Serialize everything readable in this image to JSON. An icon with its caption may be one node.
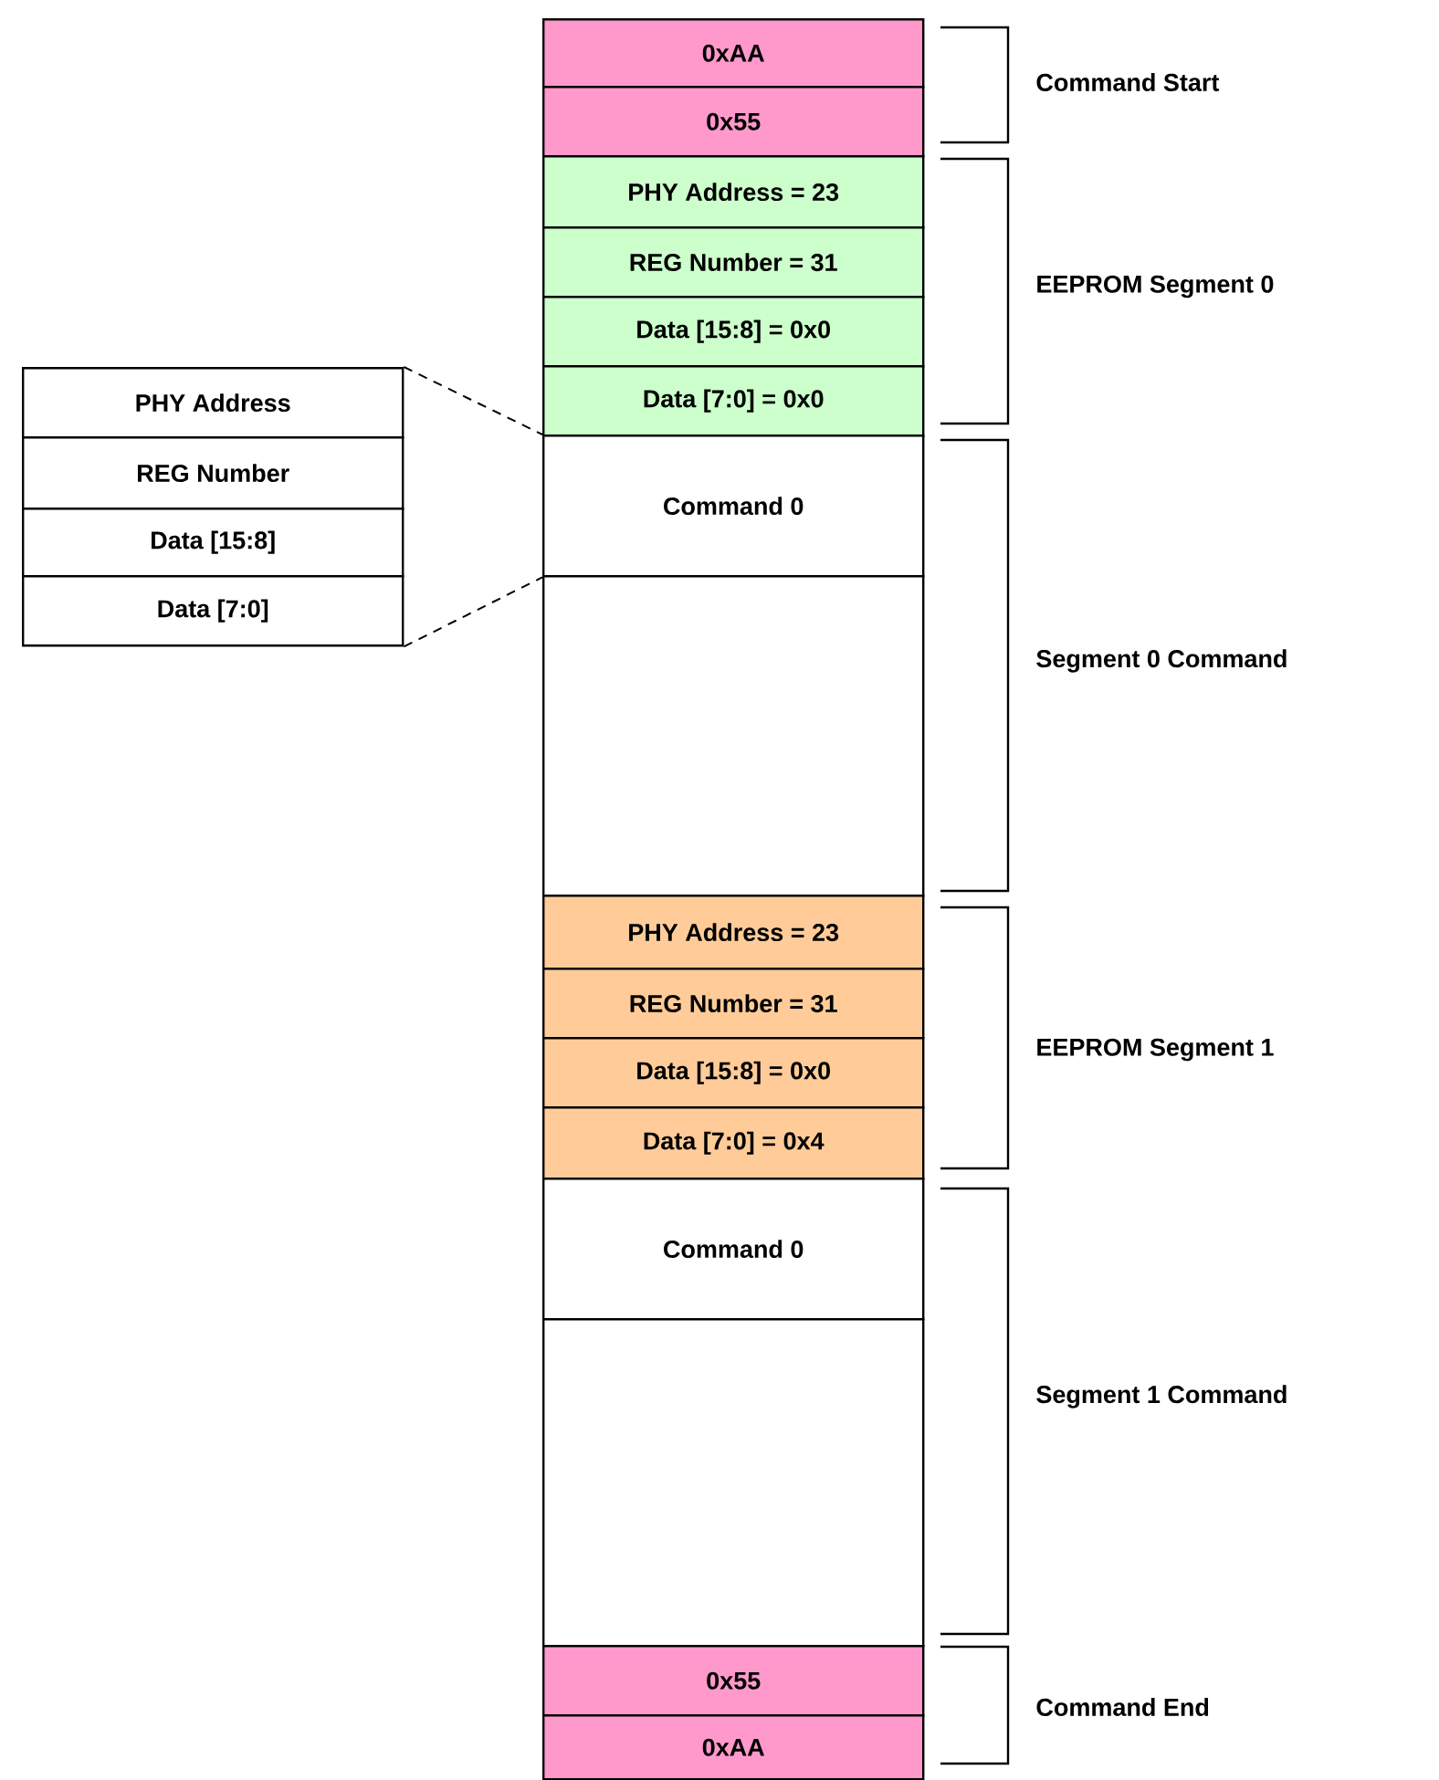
{
  "diagram": {
    "nodes": [
      {
        "text": [
          "0xAA"
        ]
      },
      {
        "text": [
          "0x55"
        ]
      },
      {
        "text": [
          "PHY Address = 23"
        ]
      },
      {
        "text": [
          "REG Number = 31"
        ]
      },
      {
        "text": [
          "Data [15:8] = 0x0"
        ]
      },
      {
        "text": [
          "Data [7:0] = 0x0"
        ]
      },
      {
        "text": [
          "Command 0"
        ]
      },
      {
        "text": [],
        "shape": "box"
      },
      {
        "text": [
          "PHY Address = 23"
        ]
      },
      {
        "text": [
          "REG Number = 31"
        ]
      },
      {
        "text": [
          "Data [15:8] = 0x0"
        ]
      },
      {
        "text": [
          "Data [7:0] = 0x4"
        ]
      },
      {
        "text": [
          "Command 0"
        ]
      },
      {
        "text": [],
        "shape": "box"
      },
      {
        "text": [
          "0x55"
        ]
      },
      {
        "text": [
          "0xAA"
        ]
      },
      {
        "text": [
          "PHY Address"
        ]
      },
      {
        "text": [
          "REG Number"
        ]
      },
      {
        "text": [
          "Data [15:8]"
        ]
      },
      {
        "text": [
          "Data [7:0]"
        ]
      }
    ],
    "edges": [
      {
        "from": 16,
        "to": 6,
        "arrow": "none",
        "style": "dashed"
      },
      {
        "from": 19,
        "to": 6,
        "arrow": "none",
        "style": "dashed"
      }
    ],
    "labels": [
      "Command Start",
      "EEPROM Segment 0",
      "Segment 0 Command",
      "EEPROM Segment 1",
      "Segment 1 Command",
      "Command End"
    ]
  }
}
